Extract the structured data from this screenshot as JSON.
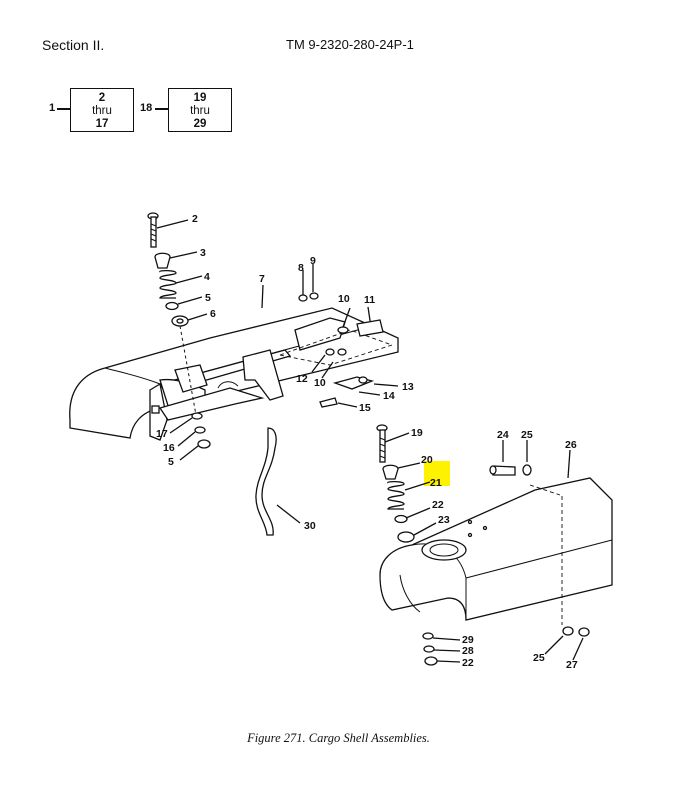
{
  "header": {
    "section": "Section II.",
    "tm_number": "TM 9-2320-280-24P-1"
  },
  "index_boxes": [
    {
      "lead": "1",
      "top": "2",
      "mid": "thru",
      "bottom": "17"
    },
    {
      "lead": "18",
      "top": "19",
      "mid": "thru",
      "bottom": "29"
    }
  ],
  "callouts": [
    "2",
    "3",
    "4",
    "5",
    "6",
    "7",
    "8",
    "9",
    "10",
    "11",
    "12",
    "10",
    "13",
    "14",
    "15",
    "17",
    "16",
    "5",
    "30",
    "19",
    "20",
    "21",
    "22",
    "23",
    "24",
    "25",
    "26",
    "29",
    "28",
    "22",
    "25",
    "27"
  ],
  "highlight_color": "#fff200",
  "caption": "Figure 271.  Cargo Shell Assemblies."
}
